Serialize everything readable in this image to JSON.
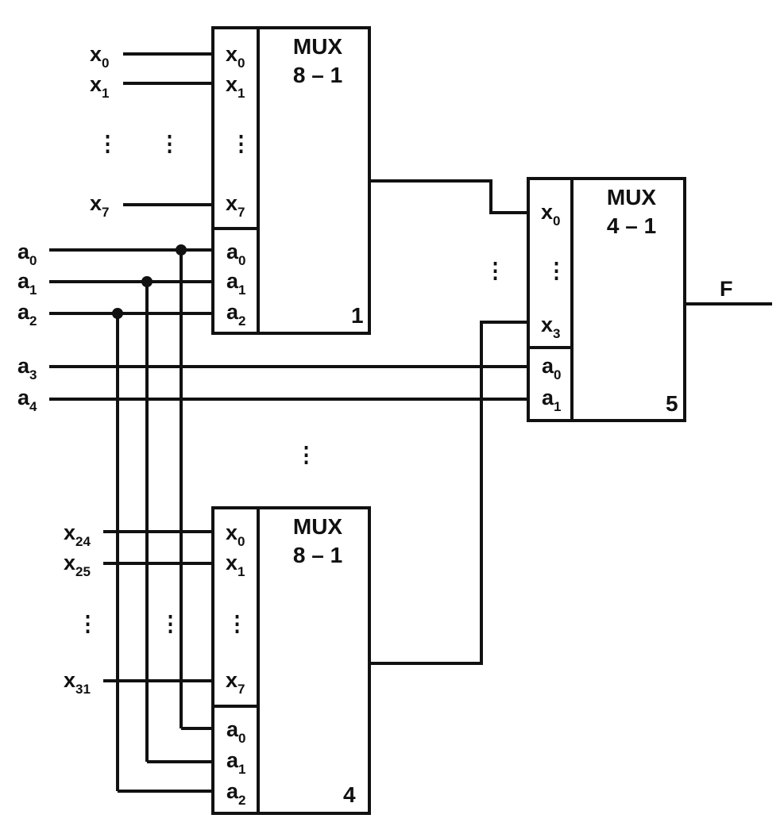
{
  "mux1": {
    "title": [
      "MUX",
      "8 – 1"
    ],
    "number": "1",
    "inputs": [
      {
        "b": "x",
        "s": "0"
      },
      {
        "b": "x",
        "s": "1"
      },
      {
        "b": "x",
        "s": "7"
      }
    ],
    "selects": [
      {
        "b": "a",
        "s": "0"
      },
      {
        "b": "a",
        "s": "1"
      },
      {
        "b": "a",
        "s": "2"
      }
    ],
    "external_inputs": [
      {
        "b": "x",
        "s": "0"
      },
      {
        "b": "x",
        "s": "1"
      },
      {
        "b": "x",
        "s": "7"
      }
    ]
  },
  "mux4": {
    "title": [
      "MUX",
      "8 – 1"
    ],
    "number": "4",
    "inputs": [
      {
        "b": "x",
        "s": "0"
      },
      {
        "b": "x",
        "s": "1"
      },
      {
        "b": "x",
        "s": "7"
      }
    ],
    "selects": [
      {
        "b": "a",
        "s": "0"
      },
      {
        "b": "a",
        "s": "1"
      },
      {
        "b": "a",
        "s": "2"
      }
    ],
    "external_inputs": [
      {
        "b": "x",
        "s": "24"
      },
      {
        "b": "x",
        "s": "25"
      },
      {
        "b": "x",
        "s": "31"
      }
    ]
  },
  "mux5": {
    "title": [
      "MUX",
      "4 – 1"
    ],
    "number": "5",
    "inputs": [
      {
        "b": "x",
        "s": "0"
      },
      {
        "b": "x",
        "s": "3"
      }
    ],
    "selects": [
      {
        "b": "a",
        "s": "0"
      },
      {
        "b": "a",
        "s": "1"
      }
    ]
  },
  "address_inputs": [
    {
      "b": "a",
      "s": "0"
    },
    {
      "b": "a",
      "s": "1"
    },
    {
      "b": "a",
      "s": "2"
    },
    {
      "b": "a",
      "s": "3"
    },
    {
      "b": "a",
      "s": "4"
    }
  ],
  "output_label": "F",
  "ellipsis": "⋮"
}
